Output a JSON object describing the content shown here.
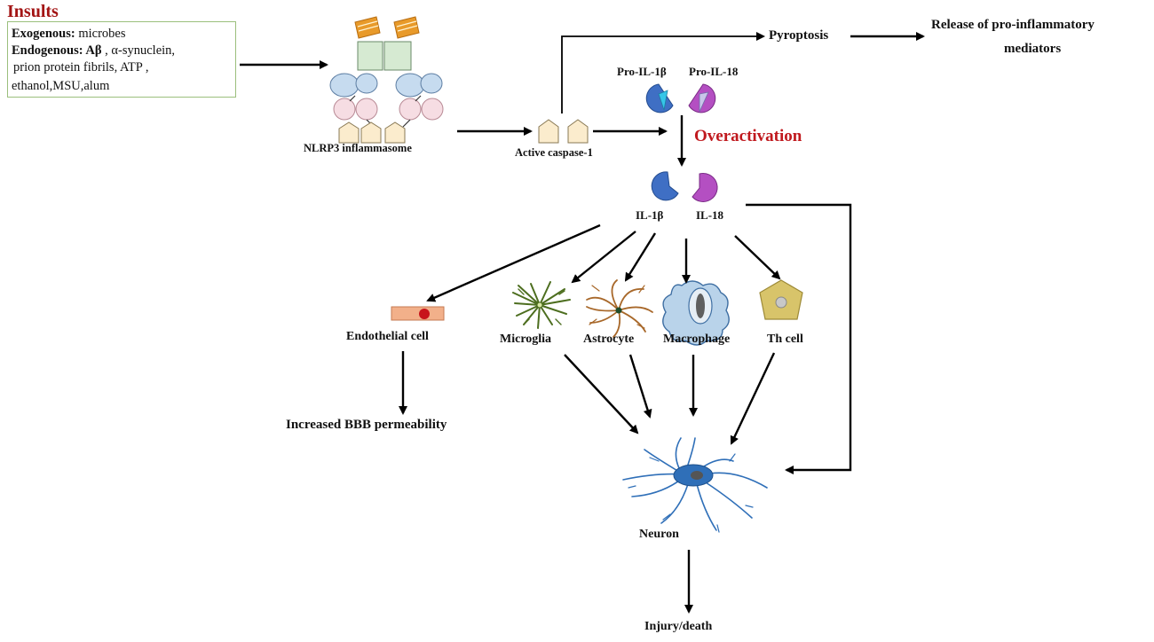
{
  "insults": {
    "title": "Insults",
    "exogenous_label": "Exogenous:",
    "exogenous_value": " microbes",
    "endogenous_label": "Endogenous:",
    "endogenous_ab": " Aβ",
    "endogenous_rest1": " , α-synuclein,",
    "line3": "prion protein fibrils, ATP ,",
    "line4": "ethanol,MSU,alum"
  },
  "nodes": {
    "nlrp3": "NLRP3 inflammasome",
    "caspase": "Active caspase-1",
    "pyroptosis": "Pyroptosis",
    "release_line1": "Release of pro-inflammatory",
    "release_line2": "mediators",
    "pro_il1b": "Pro-IL-1β",
    "pro_il18": "Pro-IL-18",
    "overactivation": "Overactivation",
    "il1b": "IL-1β",
    "il18": "IL-18",
    "endothelial": "Endothelial cell",
    "microglia": "Microglia",
    "astrocyte": "Astrocyte",
    "macrophage": "Macrophage",
    "th_cell": "Th cell",
    "bbb": "Increased BBB permeability",
    "neuron": "Neuron",
    "injury": "Injury/death"
  },
  "colors": {
    "title_red": "#a31515",
    "overactivation_red": "#c0191e",
    "box_border": "#9bbf7c",
    "il1b_blue": "#3f6fc4",
    "il18_purple": "#b44fc2",
    "neuron_blue": "#2f6fb8",
    "microglia_green": "#4d6e1f",
    "astrocyte_brown": "#a8682a",
    "macrophage_fill": "#b9d3ea",
    "th_fill": "#d8c46a",
    "nlrp3_orange": "#e89a2a",
    "nlrp3_green": "#d6ead2",
    "nlrp3_blue": "#c6dbef",
    "nlrp3_pink": "#f6dde3",
    "nlrp3_cream": "#fbeccd"
  }
}
